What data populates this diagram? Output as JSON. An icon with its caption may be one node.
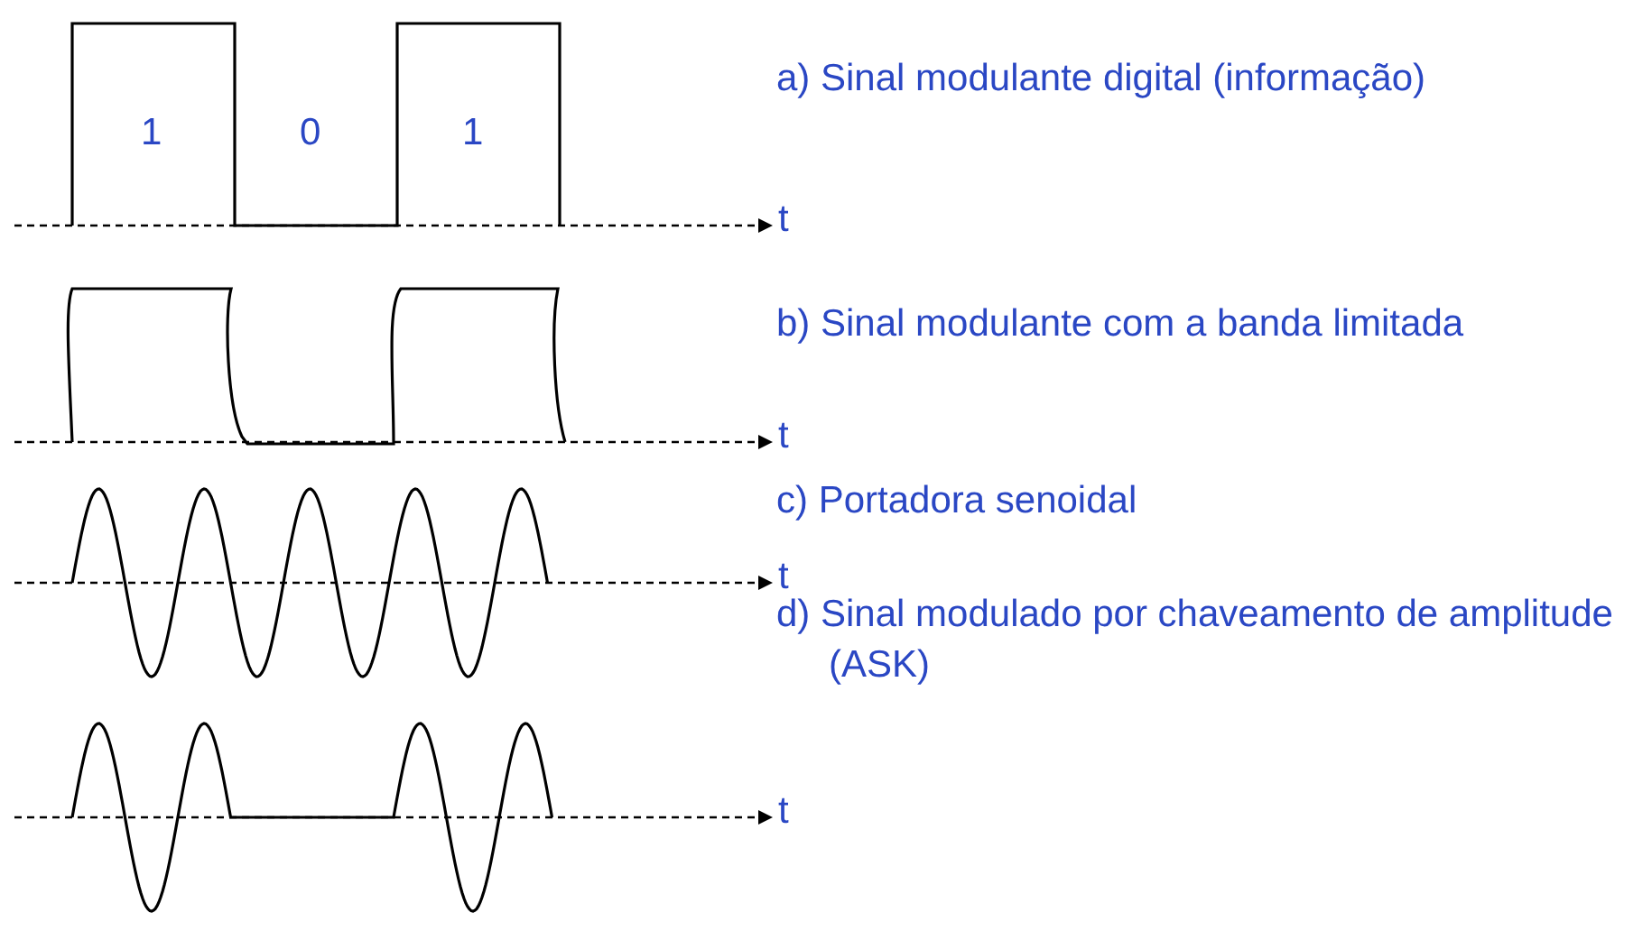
{
  "diagram": {
    "labels": [
      "1",
      "0",
      "1",
      "a) Sinal modulante digital (informação)",
      "t",
      "b) Sinal modulante com a banda limitada",
      "t",
      "c) Portadora senoidal",
      "t",
      "d) Sinal modulado por chaveamento de amplitude (ASK)",
      "t"
    ]
  }
}
